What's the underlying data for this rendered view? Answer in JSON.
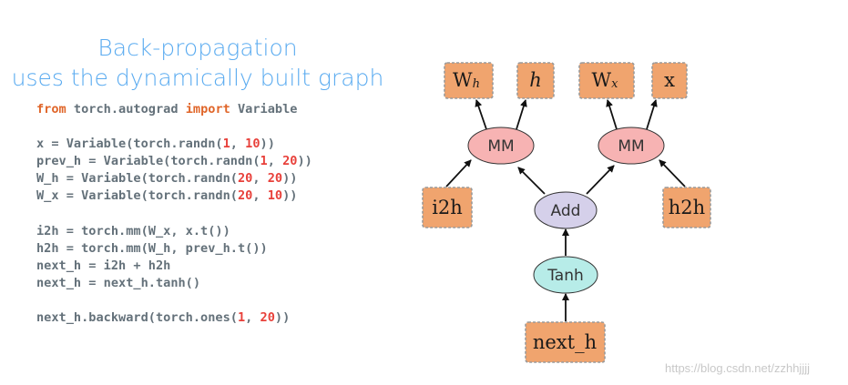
{
  "title": {
    "line1": "Back-propagation",
    "line2": "uses the dynamically built graph"
  },
  "code": {
    "l1": {
      "a": "from",
      "b": " torch.autograd ",
      "c": "import",
      "d": " Variable"
    },
    "l2": {
      "a": "x = Variable(torch.randn(",
      "n1": "1",
      ",": ", ",
      "n2": "10",
      "e": "))"
    },
    "l3": {
      "a": "prev_h = Variable(torch.randn(",
      "n1": "1",
      ",": ", ",
      "n2": "20",
      "e": "))"
    },
    "l4": {
      "a": "W_h = Variable(torch.randn(",
      "n1": "20",
      ",": ", ",
      "n2": "20",
      "e": "))"
    },
    "l5": {
      "a": "W_x = Variable(torch.randn(",
      "n1": "20",
      ",": ", ",
      "n2": "10",
      "e": "))"
    },
    "l6": "i2h = torch.mm(W_x, x.t())",
    "l7": "h2h = torch.mm(W_h, prev_h.t())",
    "l8": "next_h = i2h + h2h",
    "l9": "next_h = next_h.tanh()",
    "l10": {
      "a": "next_h.backward(torch.ones(",
      "n1": "1",
      ",": ", ",
      "n2": "20",
      "e": "))"
    }
  },
  "graph": {
    "wh": {
      "main": "W",
      "sub": "h"
    },
    "h": "h",
    "wx": {
      "main": "W",
      "sub": "x"
    },
    "x": "x",
    "mm1": "MM",
    "mm2": "MM",
    "i2h": "i2h",
    "add": "Add",
    "h2h": "h2h",
    "tanh": "Tanh",
    "next_h": "next_h"
  },
  "colors": {
    "title": "#5aabf0",
    "leaf": "#f0a46e",
    "mm": "#f7b3b3",
    "add": "#d5d0ea",
    "tanh": "#b7ece8"
  },
  "watermark": "https://blog.csdn.net/zzhhjjjj"
}
